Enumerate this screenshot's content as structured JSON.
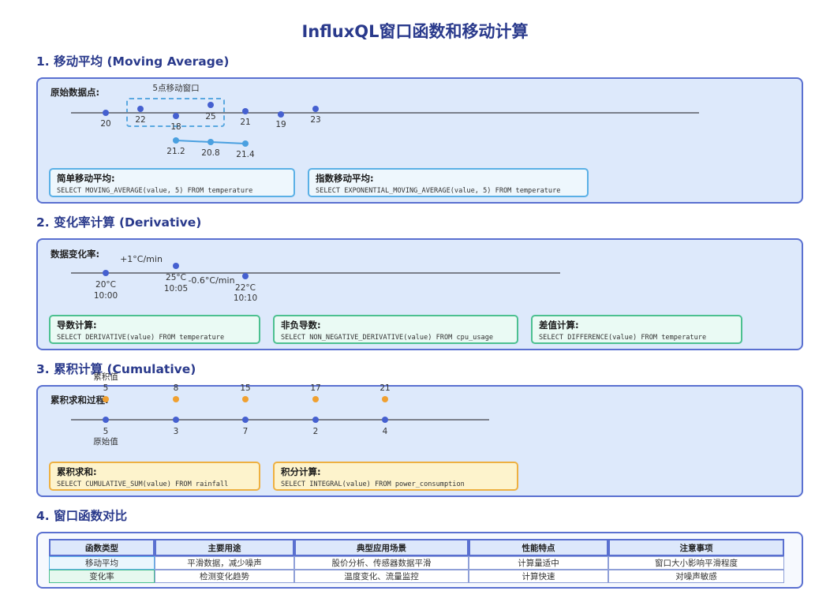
{
  "title": "InfluxQL窗口函数和移动计算",
  "sections": {
    "moving_average": {
      "heading": "1. 移动平均 (Moving Average)",
      "raw_label": "原始数据点:",
      "window_label": "5点移动窗口",
      "raw_values": [
        "20",
        "22",
        "18",
        "25",
        "21",
        "19",
        "23"
      ],
      "ma_values": [
        "21.2",
        "20.8",
        "21.4"
      ],
      "boxes": [
        {
          "title": "简单移动平均:",
          "code": "SELECT MOVING_AVERAGE(value, 5) FROM temperature"
        },
        {
          "title": "指数移动平均:",
          "code": "SELECT EXPONENTIAL_MOVING_AVERAGE(value, 5) FROM temperature"
        }
      ]
    },
    "derivative": {
      "heading": "2. 变化率计算 (Derivative)",
      "label": "数据变化率:",
      "points": [
        {
          "value": "20°C",
          "time": "10:00"
        },
        {
          "value": "25°C",
          "time": "10:05"
        },
        {
          "value": "22°C",
          "time": "10:10"
        }
      ],
      "rate_up": "+1°C/min",
      "rate_down": "-0.6°C/min",
      "colors": {
        "up": "#3cb878",
        "down": "#e05050"
      },
      "boxes": [
        {
          "title": "导数计算:",
          "code": "SELECT DERIVATIVE(value) FROM temperature"
        },
        {
          "title": "非负导数:",
          "code": "SELECT NON_NEGATIVE_DERIVATIVE(value) FROM cpu_usage"
        },
        {
          "title": "差值计算:",
          "code": "SELECT DIFFERENCE(value) FROM temperature"
        }
      ]
    },
    "cumulative": {
      "heading": "3. 累积计算 (Cumulative)",
      "label": "累积求和过程:",
      "cum_caption": "累积值",
      "raw_caption": "原始值",
      "cum_values": [
        "5",
        "8",
        "15",
        "17",
        "21"
      ],
      "raw_values": [
        "5",
        "3",
        "7",
        "2",
        "4"
      ],
      "boxes": [
        {
          "title": "累积求和:",
          "code": "SELECT CUMULATIVE_SUM(value) FROM rainfall"
        },
        {
          "title": "积分计算:",
          "code": "SELECT INTEGRAL(value) FROM power_consumption"
        }
      ]
    },
    "comparison": {
      "heading": "4. 窗口函数对比",
      "headers": [
        "函数类型",
        "主要用途",
        "典型应用场景",
        "性能特点",
        "注意事项"
      ],
      "rows": [
        [
          "移动平均",
          "平滑数据，减少噪声",
          "股价分析、传感器数据平滑",
          "计算量适中",
          "窗口大小影响平滑程度"
        ],
        [
          "变化率",
          "检测变化趋势",
          "温度变化、流量监控",
          "计算快速",
          "对噪声敏感"
        ]
      ]
    }
  }
}
